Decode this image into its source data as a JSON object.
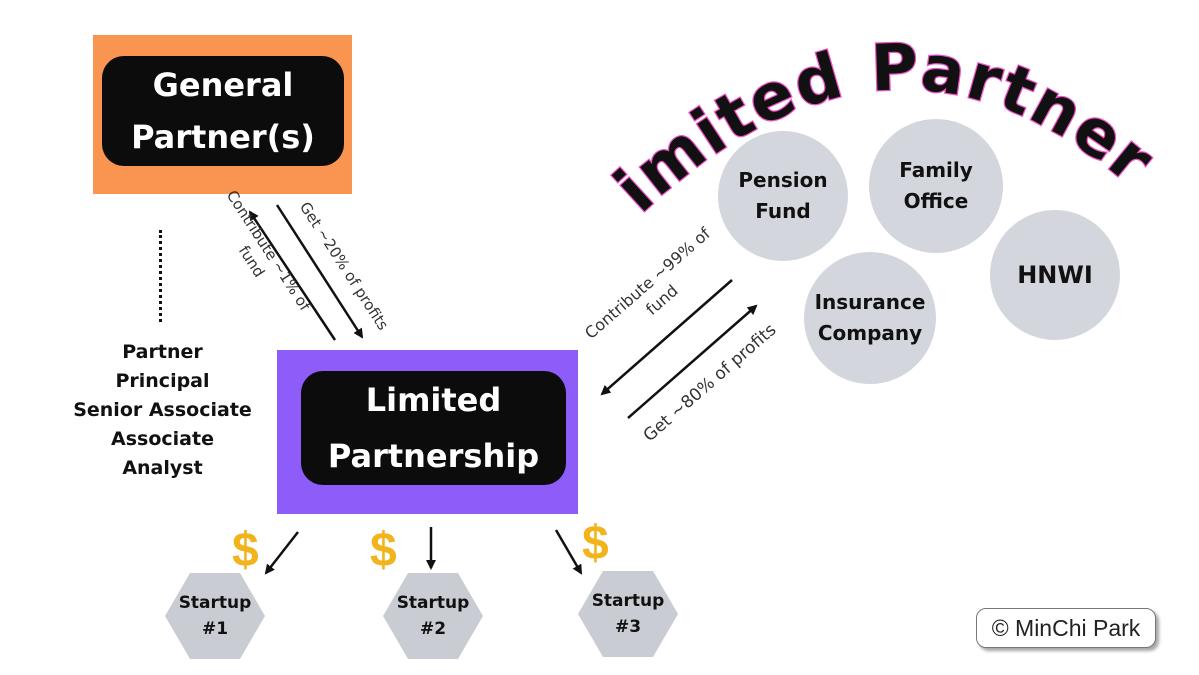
{
  "general_partner": {
    "line1": "General",
    "line2": "Partner(s)"
  },
  "limited_partnership": {
    "line1": "Limited",
    "line2": "Partnership"
  },
  "roles": [
    "Partner",
    "Principal",
    "Senior Associate",
    "Associate",
    "Analyst"
  ],
  "gp_arrows": {
    "contribute_line1": "Contribute ~1% of",
    "contribute_line2": "fund",
    "get": "Get ~20% of profits"
  },
  "lp_arrows": {
    "contribute_line1": "Contribute ~99% of",
    "contribute_line2": "fund",
    "get": "Get ~80% of profits"
  },
  "limited_partners_title": "Limited Partners",
  "investors": {
    "pension": {
      "line1": "Pension",
      "line2": "Fund"
    },
    "family": {
      "line1": "Family",
      "line2": "Office"
    },
    "insurance": {
      "line1": "Insurance",
      "line2": "Company"
    },
    "hnwi": {
      "line1": "HNWI"
    }
  },
  "startups": [
    {
      "line1": "Startup",
      "line2": "#1"
    },
    {
      "line1": "Startup",
      "line2": "#2"
    },
    {
      "line1": "Startup",
      "line2": "#3"
    }
  ],
  "dollar_symbol": "$",
  "copyright": "© MinChi Park",
  "colors": {
    "general_partner_box": "#f99451",
    "limited_partnership_box": "#8e5cf8",
    "label_bg": "#0c0c0c",
    "circle": "#d3d6dc",
    "hexagon": "#c9ccd3",
    "dollar": "#f2b41c",
    "title_outline": "#f052c8"
  }
}
